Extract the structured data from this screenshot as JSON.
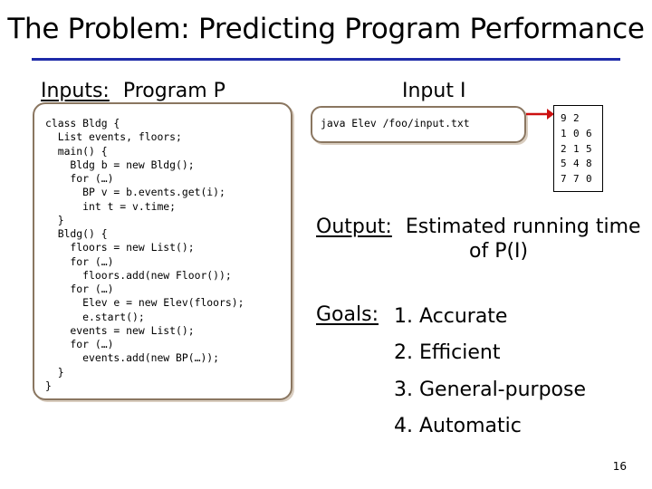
{
  "slide": {
    "title": "The Problem: Predicting Program Performance",
    "page_number": "16",
    "colors": {
      "title_rule": "#1e2aa8",
      "box_border": "#8a7660"
    }
  },
  "inputs": {
    "label": "Inputs:",
    "program_label": "Program P",
    "input_label": "Input I"
  },
  "code_lines": [
    "class Bldg {",
    "  List events, floors;",
    "  main() {",
    "    Bldg b = new Bldg();",
    "    for (…)",
    "      BP v = b.events.get(i);",
    "      int t = v.time;",
    "  }",
    "  Bldg() {",
    "    floors = new List();",
    "    for (…)",
    "      floors.add(new Floor());",
    "    for (…)",
    "      Elev e = new Elev(floors);",
    "      e.start();",
    "    events = new List();",
    "    for (…)",
    "      events.add(new BP(…));",
    "  }",
    "}"
  ],
  "command": "java Elev /foo/input.txt",
  "input_file_rows": [
    [
      "9",
      "2",
      ""
    ],
    [
      "1",
      "0",
      "6"
    ],
    [
      "2",
      "1",
      "5"
    ],
    [
      "5",
      "4",
      "8"
    ],
    [
      "7",
      "7",
      "0"
    ]
  ],
  "output": {
    "label": "Output:",
    "line1": "Estimated running time",
    "line2": "of P(I)"
  },
  "goals": {
    "label": "Goals:",
    "items": [
      "1. Accurate",
      "2. Efficient",
      "3. General-purpose",
      "4. Automatic"
    ]
  }
}
